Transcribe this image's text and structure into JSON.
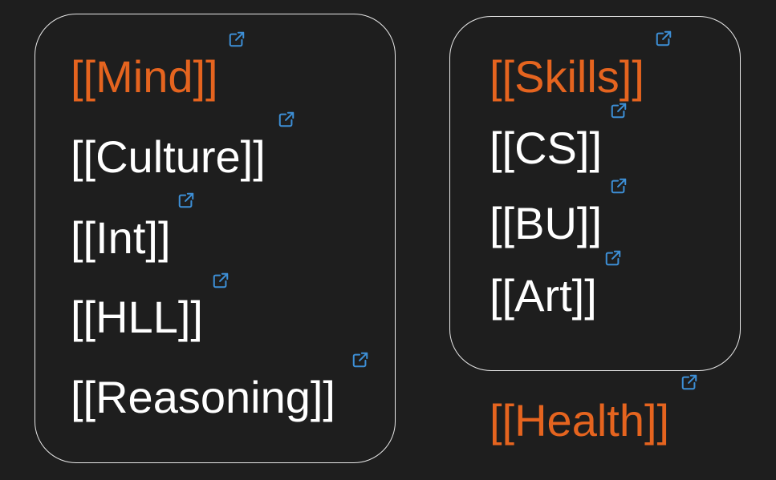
{
  "canvas": {
    "background": "#1e1e1e",
    "accent_color": "#e5641f",
    "text_color": "#ffffff",
    "icon_color": "#3d8fd6",
    "border_color": "#e8e8e8"
  },
  "mind_group": {
    "heading": "[[Mind]]",
    "items": [
      "[[Culture]]",
      "[[Int]]",
      "[[HLL]]",
      "[[Reasoning]]"
    ]
  },
  "skills_group": {
    "heading": "[[Skills]]",
    "items": [
      "[[CS]]",
      "[[BU]]",
      "[[Art]]"
    ]
  },
  "standalone": {
    "health": "[[Health]]"
  },
  "icons": {
    "external_link": "external-link-icon"
  }
}
